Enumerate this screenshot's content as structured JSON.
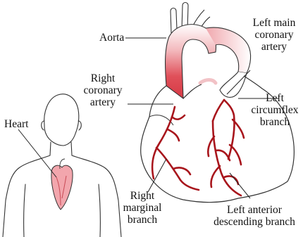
{
  "labels": {
    "aorta": "Aorta",
    "left_main_coronary_artery": [
      "Left main",
      "coronary",
      "artery"
    ],
    "right_coronary_artery": [
      "Right",
      "coronary",
      "artery"
    ],
    "left_circumflex_branch": [
      "Left",
      "circumflex",
      "branch"
    ],
    "heart": "Heart",
    "right_marginal_branch": [
      "Right",
      "marginal",
      "branch"
    ],
    "left_anterior_descending_branch": [
      "Left anterior",
      "descending branch"
    ]
  },
  "colors": {
    "artery": "#a8151c",
    "aorta_fill": "#e0505a",
    "aorta_fade": "#f6d2d4",
    "heart_icon_fill": "#f2a6ad",
    "outline": "#333333",
    "leader_line": "#222222"
  }
}
